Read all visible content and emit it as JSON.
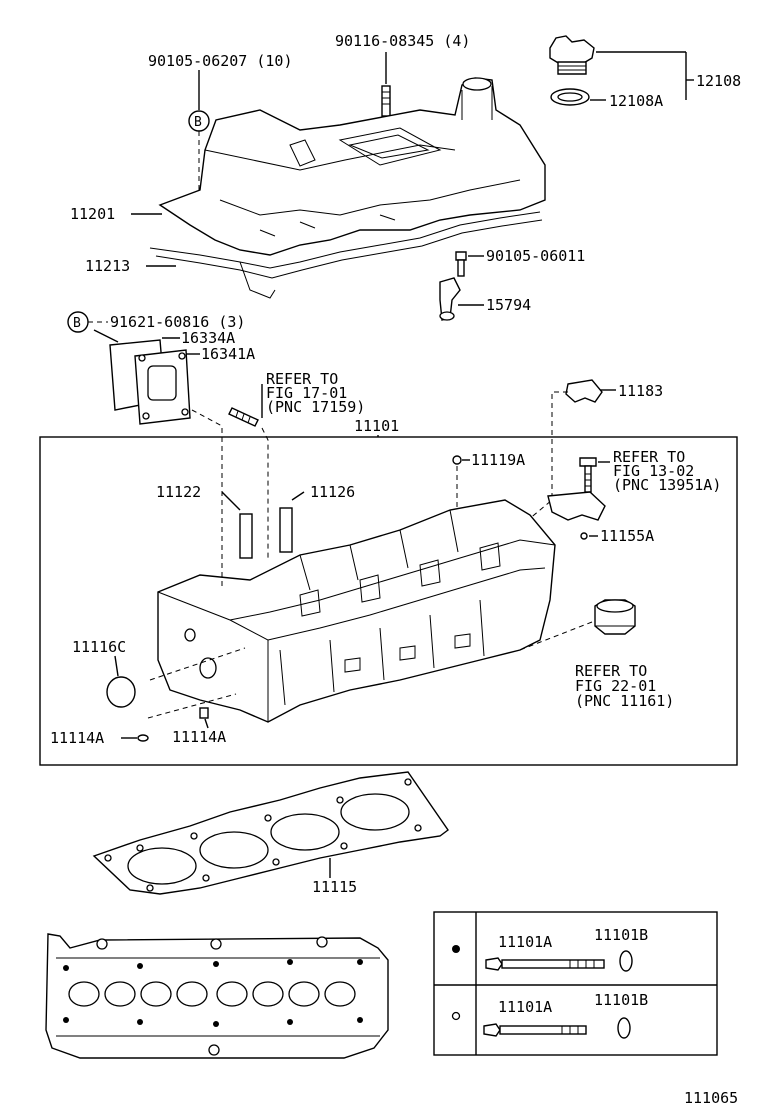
{
  "labels": {
    "p90105_06207": "90105-06207 (10)",
    "p90116_08345": "90116-08345 (4)",
    "p12108": "12108",
    "p12108A": "12108A",
    "p11201": "11201",
    "p11213": "11213",
    "p90105_06011": "90105-06011",
    "p15794": "15794",
    "marker_b": "B",
    "p91621_60816": "91621-60816 (3)",
    "p16334A": "16334A",
    "p16341A": "16341A",
    "ref_17_a": "REFER TO",
    "ref_17_b": "FIG 17-01",
    "ref_17_c": "(PNC 17159)",
    "p11183": "11183",
    "p11101": "11101",
    "p11119A": "11119A",
    "ref_13_a": "REFER TO",
    "ref_13_b": "FIG 13-02",
    "ref_13_c": "(PNC 13951A)",
    "p11122": "11122",
    "p11126": "11126",
    "p11155A": "11155A",
    "p11116C": "11116C",
    "ref_22_a": "REFER TO",
    "ref_22_b": "FIG 22-01",
    "ref_22_c": "(PNC 11161)",
    "p11114A_left": "11114A",
    "p11114A_right": "11114A",
    "p11115": "11115",
    "legend_r1_a": "11101A",
    "legend_r1_b": "11101B",
    "legend_r2_a": "11101A",
    "legend_r2_b": "11101B",
    "figure_number": "111065"
  }
}
